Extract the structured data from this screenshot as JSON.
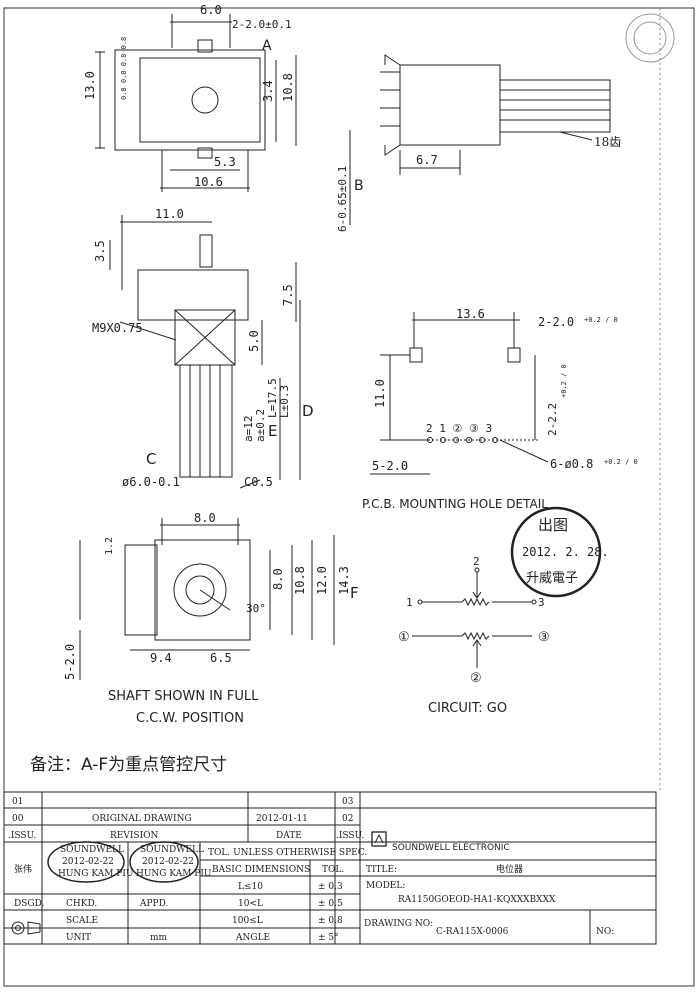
{
  "dims": {
    "top_width": "6.0",
    "top_pitch": "2-2.0±0.1",
    "top_A": "A",
    "top_height": "13.0",
    "top_34": "3.4",
    "top_108": "10.8",
    "top_53": "5.3",
    "top_106": "10.6",
    "pin_label_sides": "0.8 0.8 0.8 0.8",
    "side_67": "6.7",
    "side_teeth": "18齿",
    "side_B": "B",
    "side_pin": "6-0.65±0.1",
    "front_110": "11.0",
    "front_35": "3.5",
    "front_75": "7.5",
    "front_thread": "M9X0.75",
    "front_50": "5.0",
    "front_L": "L=17.5",
    "front_L_tol": "L±0.3",
    "front_a": "a=12",
    "front_a_tol": "a±0.2",
    "front_E": "E",
    "front_D": "D",
    "front_C": "C",
    "front_dia": "ø6.0-0.1",
    "front_c05": "C0.5",
    "bottom_80": "8.0",
    "bottom_12": "1.2",
    "bottom_80b": "8.0",
    "bottom_108": "10.8",
    "bottom_120": "12.0",
    "bottom_143": "14.3",
    "bottom_F": "F",
    "bottom_30": "30°",
    "bottom_94": "9.4",
    "bottom_65": "6.5",
    "bottom_520": "5-2.0",
    "pcb_136": "13.6",
    "pcb_22": "2-2.0",
    "pcb_22_tol": "+0.2 / 0",
    "pcb_110": "11.0",
    "pcb_222": "2-2.2",
    "pcb_222_tol": "+0.2 / 0",
    "pcb_520": "5-2.0",
    "pcb_hole": "6-ø0.8",
    "pcb_hole_tol": "+0.2 / 0",
    "pcb_pins": "2 1 ② ③ 3"
  },
  "captions": {
    "pcb_title": "P.C.B. MOUNTING HOLE DETAIL",
    "shaft_line1": "SHAFT SHOWN IN FULL",
    "shaft_line2": "C.C.W. POSITION",
    "circuit": "CIRCUIT: GO",
    "note": "备注：A-F为重点管控尺寸"
  },
  "circuit": {
    "p1": "1",
    "p2": "2",
    "p3": "3",
    "c1": "①",
    "c2": "②",
    "c3": "③"
  },
  "stamp": {
    "top": "出图",
    "date": "2012. 2. 28.",
    "bottom": "升威電子"
  },
  "title_block": {
    "rev_01": "01",
    "rev_00": "00",
    "rev_original": "ORIGINAL DRAWING",
    "rev_date": "2012-01-11",
    "rev_issu": ".ISSU.",
    "rev_revision": "REVISION",
    "rev_date_h": "DATE",
    "rev_issu2": ".ISSU.",
    "rev_03": "03",
    "rev_02": "02",
    "dsgd_name": "张伟",
    "chk_stamp_top": "SOUNDWELL",
    "chk_stamp_date": "2012-02-22",
    "chk_stamp_name": "HUNG KAM PIU",
    "app_stamp_top": "SOUNDWELL",
    "app_stamp_date": "2012-02-22",
    "app_stamp_name": "HUNG KAM PIU",
    "dsgd": "DSGD.",
    "chkd": "CHKD.",
    "appd": "APPD.",
    "scale": "SCALE",
    "unit": "UNIT",
    "unit_val": "mm",
    "tol_head": "TOL. UNLESS OTHERWISE SPEC.",
    "basic": "BASIC DIMENSIONS",
    "tol": "TOL.",
    "r1": "L≤10",
    "t1": "± 0.3",
    "r2": "10<L",
    "t2": "± 0.5",
    "r3": "100≤L",
    "t3": "± 0.8",
    "r4": "ANGLE",
    "t4": "± 5°",
    "company": "SOUNDWELL  ELECTRONIC",
    "title_label": "TITLE:",
    "title_value": "电位器",
    "model_label": "MODEL:",
    "model_value": "RA1150GOEOD-HA1-KQXXXBXXX",
    "drawing_label": "DRAWING NO:",
    "drawing_value": "C-RA115X-0006",
    "no_label": "NO:"
  },
  "colors": {
    "ink": "#222222",
    "paper": "#ffffff"
  }
}
